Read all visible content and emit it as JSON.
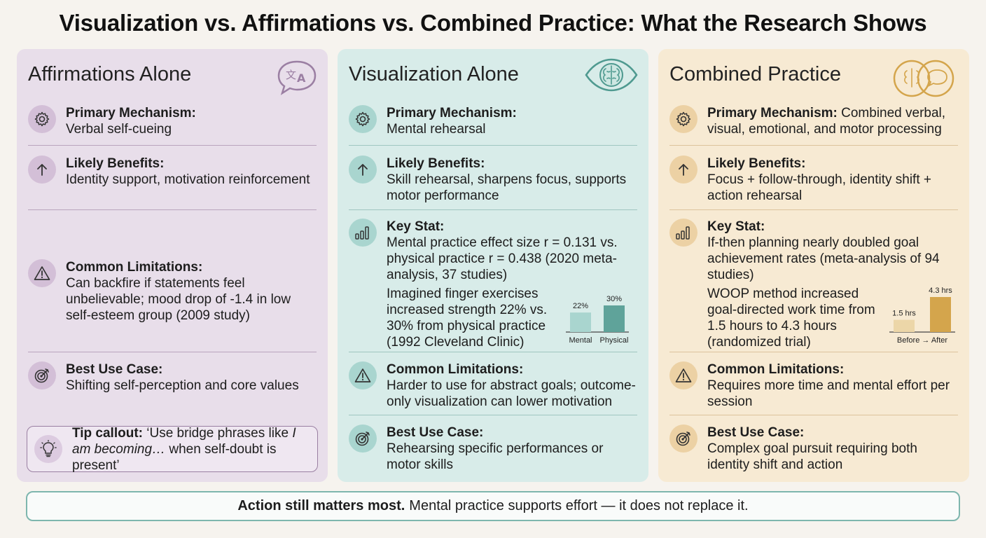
{
  "title": "Visualization vs. Affirmations vs. Combined Practice: What the Research Shows",
  "columns": {
    "affirmations": {
      "title": "Affirmations Alone",
      "icon": "speech-translate-icon",
      "mechanism": {
        "label": "Primary Mechanism:",
        "text": "Verbal self-cueing"
      },
      "benefits": {
        "label": "Likely Benefits:",
        "text": "Identity support, motivation reinforcement"
      },
      "limitations": {
        "label": "Common Limitations:",
        "text": "Can backfire if statements feel unbelievable; mood drop of -1.4 in low self-esteem group (2009 study)"
      },
      "best_use": {
        "label": "Best Use Case:",
        "text": "Shifting self-perception and core values"
      },
      "tip": {
        "label": "Tip callout:",
        "text_before": "‘Use bridge phrases like ",
        "emphasis": "I am becoming…",
        "text_after": " when self-doubt is present’"
      }
    },
    "visualization": {
      "title": "Visualization Alone",
      "icon": "brain-eye-icon",
      "mechanism": {
        "label": "Primary Mechanism:",
        "text": "Mental rehearsal"
      },
      "benefits": {
        "label": "Likely Benefits:",
        "text": "Skill rehearsal, sharpens focus, supports motor performance"
      },
      "key_stat": {
        "label": "Key Stat:",
        "text": "Mental practice effect size r = 0.131 vs. physical practice r = 0.438 (2020 meta-analysis, 37 studies)"
      },
      "sub_stat": "Imagined finger exercises increased strength 22% vs. 30% from physical practice (1992 Cleveland Clinic)",
      "limitations": {
        "label": "Common Limitations:",
        "text": "Harder to use for abstract goals; outcome-only visualization can lower motivation"
      },
      "best_use": {
        "label": "Best Use Case:",
        "text": "Rehearsing specific performances or motor skills"
      }
    },
    "combined": {
      "title": "Combined Practice",
      "icon": "brain-speech-overlap-icon",
      "mechanism": {
        "label": "Primary Mechanism:",
        "text": "Combined verbal, visual, emotional, and motor processing"
      },
      "benefits": {
        "label": "Likely Benefits:",
        "text": "Focus + follow-through, identity shift + action rehearsal"
      },
      "key_stat": {
        "label": "Key Stat:",
        "text": "If-then planning nearly doubled goal achievement rates (meta-analysis of 94 studies)"
      },
      "sub_stat": "WOOP method increased goal-directed work time from 1.5 hours to 4.3 hours (randomized trial)",
      "limitations": {
        "label": "Common Limitations:",
        "text": "Requires more time and mental effort per session"
      },
      "best_use": {
        "label": "Best Use Case:",
        "text": "Complex goal pursuit requiring both identity shift and action"
      }
    }
  },
  "chart_data": [
    {
      "type": "bar",
      "categories": [
        "Mental",
        "Physical"
      ],
      "values": [
        22,
        30
      ],
      "data_labels": [
        "22%",
        "30%"
      ],
      "colors": [
        "#a9d5cf",
        "#5fa39a"
      ],
      "ylim": [
        0,
        30
      ]
    },
    {
      "type": "bar",
      "categories": [
        "Before",
        "After"
      ],
      "values": [
        1.5,
        4.3
      ],
      "data_labels": [
        "1.5 hrs",
        "4.3 hrs"
      ],
      "xlabel": "Before → After",
      "colors": [
        "#ecd6a8",
        "#d4a54c"
      ],
      "ylim": [
        0,
        4.3
      ]
    }
  ],
  "footer": {
    "bold": "Action still matters most.",
    "text": "Mental practice supports effort — it does not replace it."
  },
  "colors": {
    "affirmations_bg": "#e8deea",
    "visualization_bg": "#d8ece9",
    "combined_bg": "#f7ead3",
    "footer_border": "#7eb6ae"
  }
}
